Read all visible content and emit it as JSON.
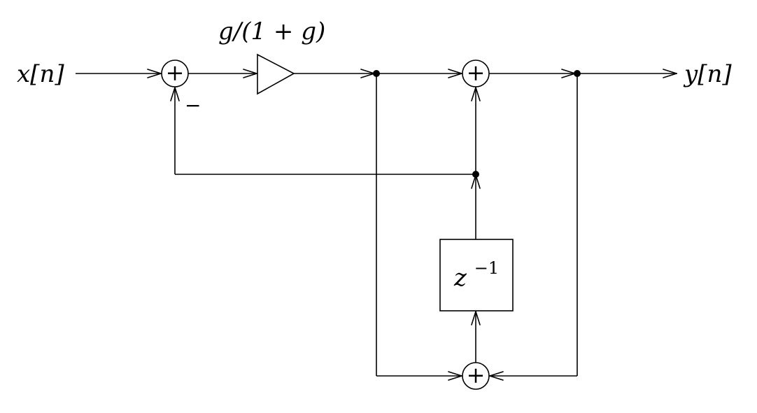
{
  "labels": {
    "input": "x[n]",
    "output": "y[n]",
    "gain": "g/(1 + g)",
    "delay_base": "z",
    "delay_exponent": "−1",
    "feedback_sign": "−"
  },
  "nodes": {
    "summer_symbol": "+"
  }
}
